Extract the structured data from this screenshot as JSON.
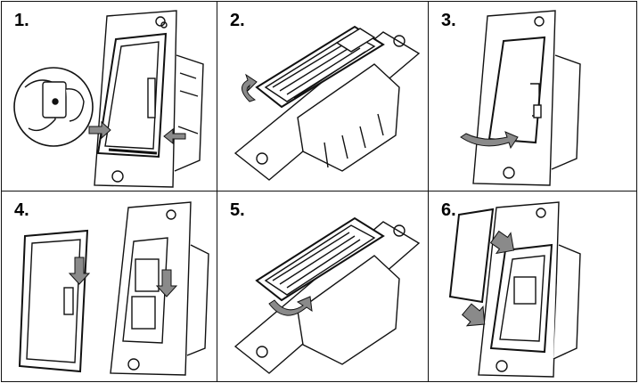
{
  "steps": [
    {
      "label": "1."
    },
    {
      "label": "2."
    },
    {
      "label": "3."
    },
    {
      "label": "4."
    },
    {
      "label": "5."
    },
    {
      "label": "6."
    }
  ],
  "colors": {
    "line": "#111111",
    "arrow_fill": "#8a8a8a",
    "background": "#ffffff"
  }
}
